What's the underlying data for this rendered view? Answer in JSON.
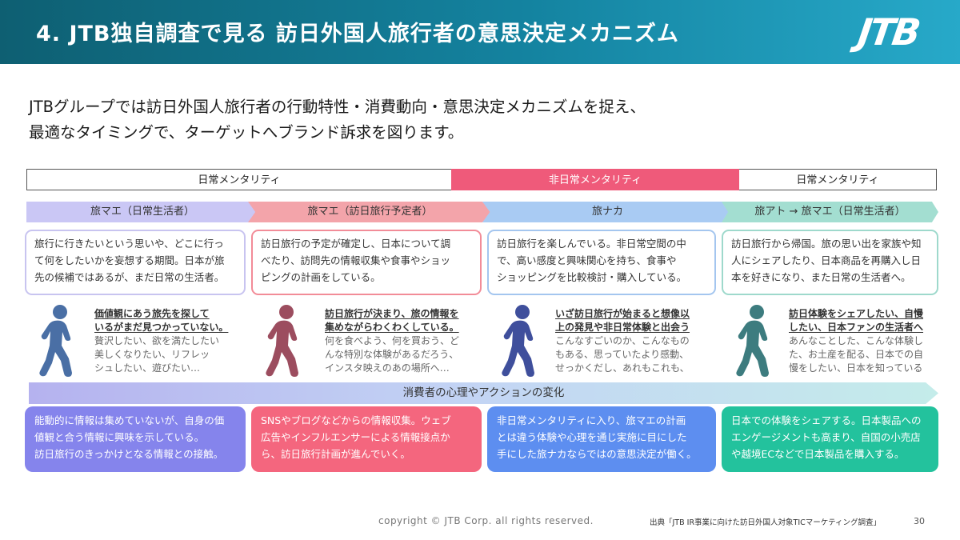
{
  "header": {
    "title": "4. JTB独自調査で見る 訪日外国人旅行者の意思決定メカニズム",
    "logo_text": "JTB"
  },
  "intro": {
    "line1": "JTBグループでは訪日外国人旅行者の行動特性・消費動向・意思決定メカニズムを捉え、",
    "line2": "最適なタイミングで、ターゲットへブランド訴求を図ります。"
  },
  "mentality": [
    "日常メンタリティ",
    "非日常メンタリティ",
    "日常メンタリティ"
  ],
  "phases": [
    {
      "label": "旅マエ（日常生活者）",
      "desc": [
        "旅行に行きたいという思いや、どこに行っ",
        "て何をしたいかを妄想する期間。日本が旅",
        "先の候補ではあるが、まだ日常の生活者。"
      ],
      "thought_head": [
        "価値観にあう旅先を探して",
        "いるがまだ見つかっていない。"
      ],
      "thought_body": [
        "贅沢したい、欲を満たしたい",
        "美しくなりたい、リフレッ",
        "シュしたい、遊びたい…"
      ],
      "action": [
        "能動的に情報は集めていないが、自身の価",
        "値観と合う情報に興味を示している。",
        "訪日旅行のきっかけとなる情報との接触。"
      ],
      "color": "#4a6fa5"
    },
    {
      "label": "旅マエ（訪日旅行予定者）",
      "desc": [
        "訪日旅行の予定が確定し、日本について調",
        "べたり、訪問先の情報収集や食事やショッ",
        "ピングの計画をしている。"
      ],
      "thought_head": [
        "訪日旅行が決まり、旅の情報を",
        "集めながらわくわくしている。"
      ],
      "thought_body": [
        "何を食べよう、何を買おう、ど",
        "んな特別な体験があるだろう、",
        "インスタ映えのあの場所へ…"
      ],
      "action": [
        "SNSやブログなどからの情報収集。ウェブ",
        "広告やインフルエンサーによる情報接点か",
        "ら、訪日旅行計画が進んでいく。"
      ],
      "color": "#9c4d5f"
    },
    {
      "label": "旅ナカ",
      "desc": [
        "訪日旅行を楽しんでいる。非日常空間の中",
        "で、高い感度と興味関心を持ち、食事や",
        "ショッピングを比較検討・購入している。"
      ],
      "thought_head": [
        "いざ訪日旅行が始まると想像以",
        "上の発見や非日常体験と出会う"
      ],
      "thought_body": [
        "こんなすごいのか、こんなもの",
        "もある、思っていたより感動、",
        "せっかくだし、あれもこれも、"
      ],
      "action": [
        "非日常メンタリティに入り、旅マエの計画",
        "とは違う体験や心理を通じ実施に目にした",
        "手にした旅ナカならではの意思決定が働く。"
      ],
      "color": "#3f4f9c"
    },
    {
      "label": "旅アト → 旅マエ（日常生活者）",
      "desc": [
        "訪日旅行から帰国。旅の思い出を家族や知",
        "人にシェアしたり、日本商品を再購入し日",
        "本を好きになり、また日常の生活者へ。"
      ],
      "thought_head": [
        "訪日体験をシェアしたい、自慢",
        "したい、日本ファンの生活者へ"
      ],
      "thought_body": [
        "あんなことした、こんな体験し",
        "た、お土産を配る、日本での自",
        "慢をしたい、日本を知っている"
      ],
      "action": [
        "日本での体験をシェアする。日本製品への",
        "エンゲージメントも高まり、自国の小売店",
        "や越境ECなどで日本製品を購入する。"
      ],
      "color": "#3d7c7f"
    }
  ],
  "arrow_band_label": "消費者の心理やアクションの変化",
  "footer": {
    "copyright": "copyright © JTB Corp. all rights reserved.",
    "source": "出典「JTB IR事業に向けた訪日外国人対象TICマーケティング調査」",
    "page": "30"
  }
}
